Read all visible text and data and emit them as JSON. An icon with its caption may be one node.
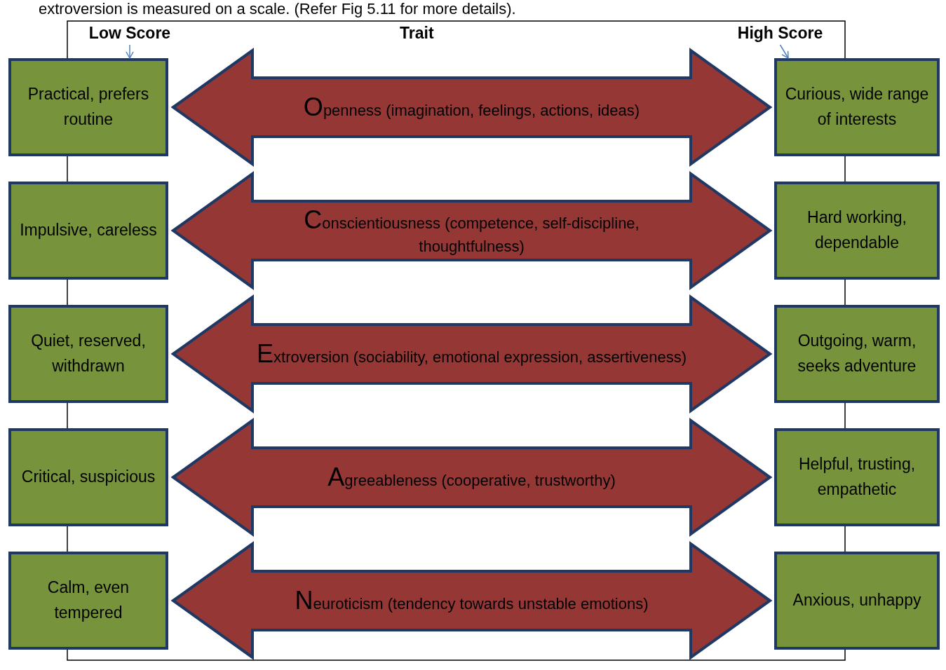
{
  "diagram": {
    "nodes": [
      {
        "text": [
          "Low Score"
        ]
      },
      {
        "text": [
          "High Score"
        ]
      },
      {
        "text": [
          "Openness (imagination, feelings, actions, ideas)"
        ]
      },
      {
        "text": [
          "Practical, prefers routine"
        ]
      },
      {
        "text": [
          "Curious, wide range of interests"
        ]
      },
      {
        "text": [
          "Conscientiousness (competence, self-discipline, thoughtfulness)"
        ]
      },
      {
        "text": [
          "Impulsive, careless"
        ]
      },
      {
        "text": [
          "Hard working, dependable"
        ]
      },
      {
        "text": [
          "Extroversion (sociability, emotional expression, assertiveness)"
        ]
      },
      {
        "text": [
          "Quiet, reserved, withdrawn"
        ]
      },
      {
        "text": [
          "Outgoing, warm, seeks adventure"
        ]
      },
      {
        "text": [
          "Agreeableness (cooperative, trustworthy)"
        ]
      },
      {
        "text": [
          "Critical, suspicious"
        ]
      },
      {
        "text": [
          "Helpful, trusting, empathetic"
        ]
      },
      {
        "text": [
          "Neuroticism (tendency towards unstable emotions)"
        ]
      },
      {
        "text": [
          "Calm, even tempered"
        ]
      },
      {
        "text": [
          "Anxious, unhappy"
        ]
      }
    ],
    "edges": [
      {
        "from": 0,
        "to": 3,
        "arrow": "to"
      },
      {
        "from": 1,
        "to": 4,
        "arrow": "to"
      }
    ],
    "labels": [
      "extroversion is measured on a scale.   (Refer Fig 5.11 for more details).",
      "Trait"
    ]
  }
}
